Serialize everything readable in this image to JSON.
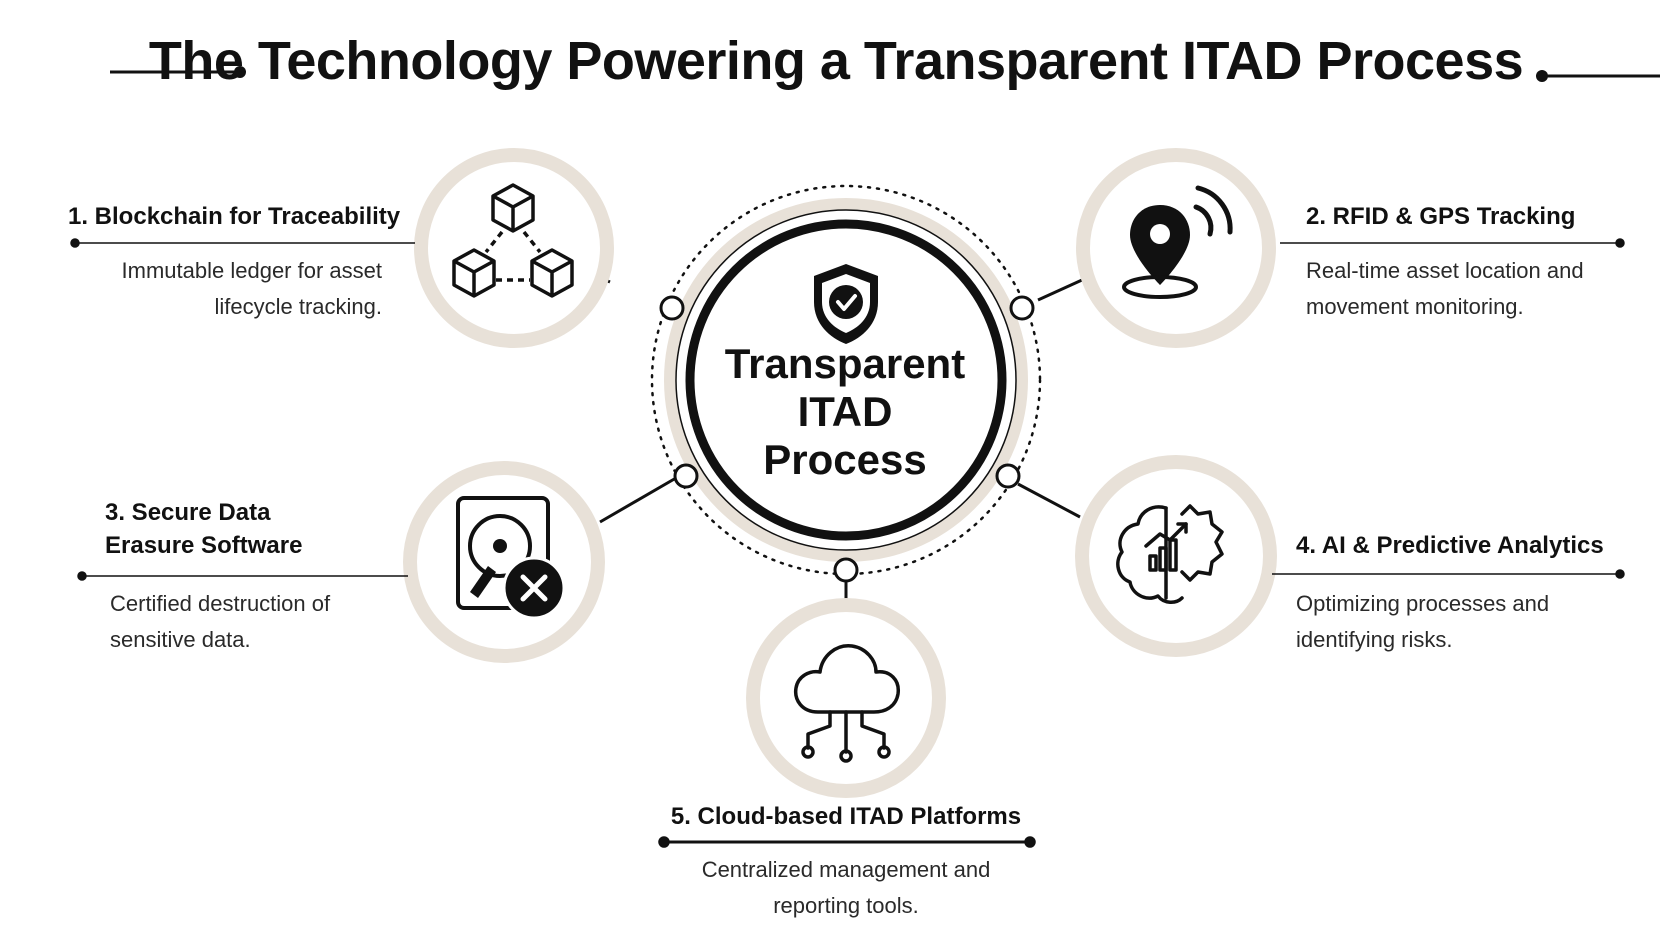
{
  "title": "The Technology Powering a Transparent ITAD Process",
  "center": {
    "line1": "Transparent",
    "line2": "ITAD",
    "line3": "Process",
    "icon": "shield-check-icon"
  },
  "items": [
    {
      "title": "1. Blockchain for Traceability",
      "desc_line1": "Immutable ledger for asset",
      "desc_line2": "lifecycle tracking.",
      "icon": "blockchain-cubes-icon"
    },
    {
      "title": "2. RFID & GPS Tracking",
      "desc_line1": "Real-time asset location and",
      "desc_line2": "movement monitoring.",
      "icon": "location-pin-signal-icon"
    },
    {
      "title_line1": "3. Secure Data",
      "title_line2": "Erasure Software",
      "desc_line1": "Certified destruction of",
      "desc_line2": "sensitive data.",
      "icon": "hard-drive-erase-icon"
    },
    {
      "title": "4. AI & Predictive Analytics",
      "desc_line1": "Optimizing processes and",
      "desc_line2": "identifying risks.",
      "icon": "brain-gear-chart-icon"
    },
    {
      "title": "5. Cloud-based ITAD Platforms",
      "desc_line1": "Centralized management and",
      "desc_line2": "reporting tools.",
      "icon": "cloud-network-icon"
    }
  ],
  "colors": {
    "ring": "#e8e1d8",
    "stroke": "#111111",
    "text": "#1a1a1a"
  }
}
